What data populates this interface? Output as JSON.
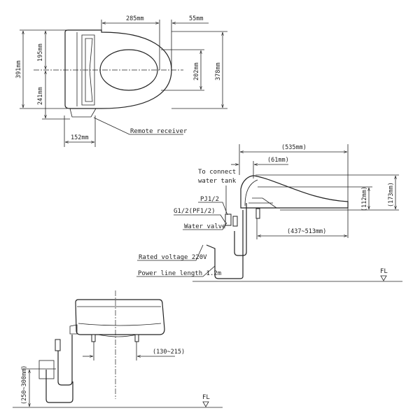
{
  "top_view": {
    "dims": {
      "d285": "285mm",
      "d55": "55mm",
      "d391": "391mm",
      "d195": "195mm",
      "d241": "241mm",
      "d202": "202mm",
      "d378": "378mm",
      "d152": "152mm"
    },
    "remote_receiver": "Remote receiver"
  },
  "side_view": {
    "dims": {
      "d535": "(535mm)",
      "d61": "(61mm)",
      "d112": "(112mm)",
      "d173": "(173mm)",
      "d437": "(437~513mm)"
    },
    "labels": {
      "water_tank_1": "To connect",
      "water_tank_2": "water tank",
      "pj": "PJ1/2",
      "g12": "G1/2(PF1/2)",
      "water_valve": "Water valve",
      "voltage": "Rated voltage 220V",
      "power_line": "Power line length 1.2m"
    },
    "floor": "FL"
  },
  "front_view": {
    "dims": {
      "d130": "(130~215)",
      "d250": "(250~300mm)"
    },
    "floor": "FL"
  }
}
